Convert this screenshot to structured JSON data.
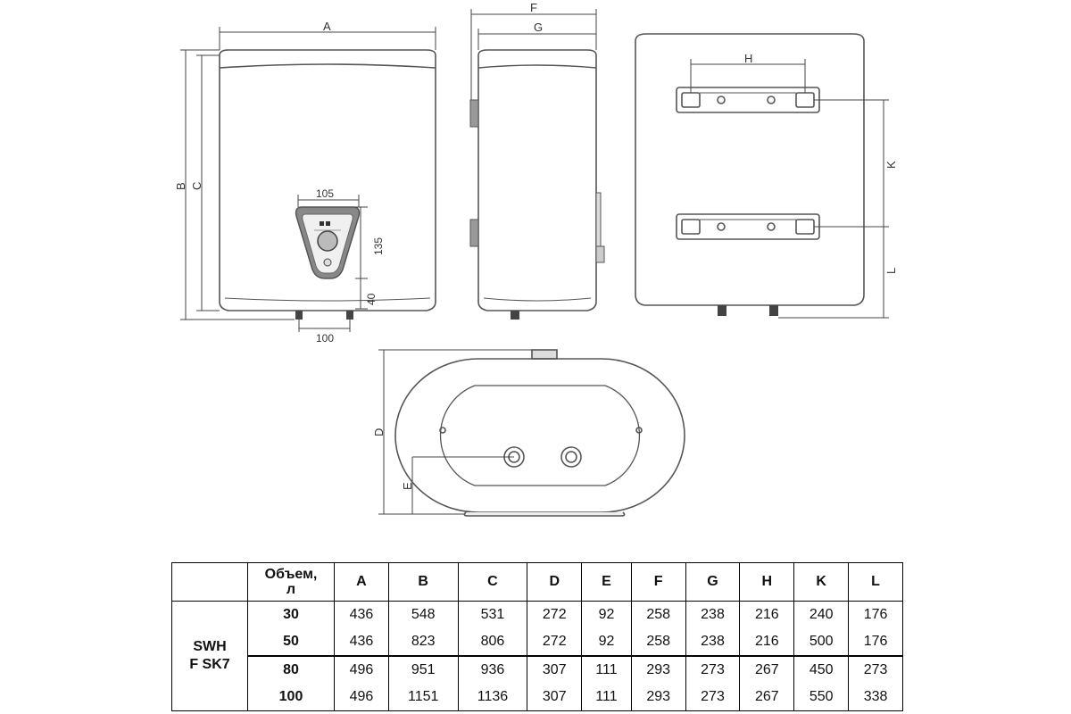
{
  "dimension_labels": {
    "A": "A",
    "B": "B",
    "C": "C",
    "D": "D",
    "E": "E",
    "F": "F",
    "G": "G",
    "H": "H",
    "K": "K",
    "L": "L"
  },
  "fixed_dims": {
    "panel_width": "105",
    "panel_height": "135",
    "panel_bottom": "40",
    "pipe_spacing": "100"
  },
  "table": {
    "model_line1": "SWH",
    "model_line2": "F SK7",
    "volume_header_line1": "Объем,",
    "volume_header_line2": "л",
    "columns": [
      "A",
      "B",
      "C",
      "D",
      "E",
      "F",
      "G",
      "H",
      "K",
      "L"
    ],
    "rows": [
      {
        "volume": "30",
        "values": [
          "436",
          "548",
          "531",
          "272",
          "92",
          "258",
          "238",
          "216",
          "240",
          "176"
        ]
      },
      {
        "volume": "50",
        "values": [
          "436",
          "823",
          "806",
          "272",
          "92",
          "258",
          "238",
          "216",
          "500",
          "176"
        ]
      },
      {
        "volume": "80",
        "values": [
          "496",
          "951",
          "936",
          "307",
          "111",
          "293",
          "273",
          "267",
          "450",
          "273"
        ]
      },
      {
        "volume": "100",
        "values": [
          "496",
          "1151",
          "1136",
          "307",
          "111",
          "293",
          "273",
          "267",
          "550",
          "338"
        ]
      }
    ]
  },
  "colors": {
    "line": "#555555",
    "dim_line": "#444444",
    "panel": "#7a7a7a"
  }
}
